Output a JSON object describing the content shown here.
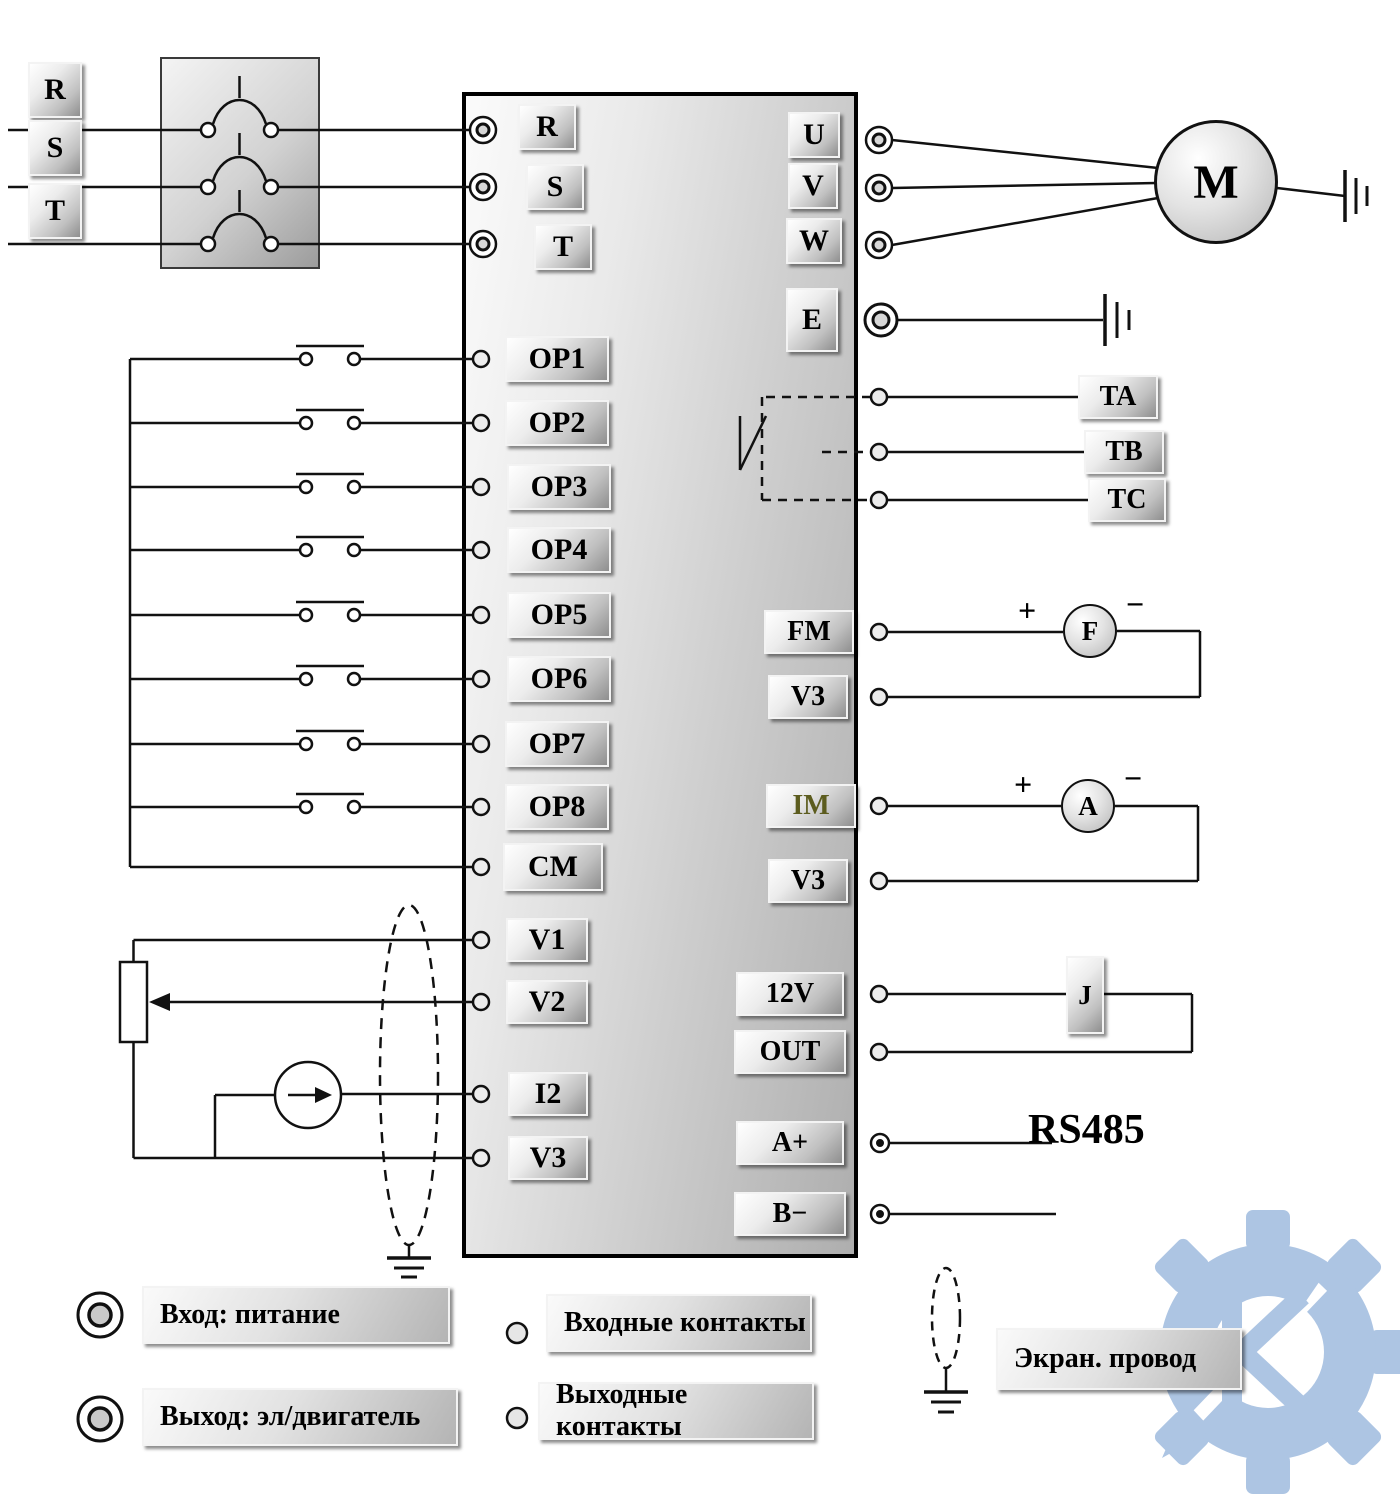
{
  "colors": {
    "wire": "#111111",
    "im_text": "#5c5c1e",
    "logo_blue": "#a9c2e2"
  },
  "supply": {
    "phases": [
      "R",
      "S",
      "T"
    ]
  },
  "inverter": {
    "power_in": [
      "R",
      "S",
      "T"
    ],
    "digital_inputs": [
      "OP1",
      "OP2",
      "OP3",
      "OP4",
      "OP5",
      "OP6",
      "OP7",
      "OP8"
    ],
    "common": "CM",
    "analog": {
      "v1": "V1",
      "v2": "V2",
      "i2": "I2",
      "v3": "V3"
    },
    "power_out": [
      "U",
      "V",
      "W",
      "E"
    ],
    "relay": [
      "TA",
      "TB",
      "TC"
    ],
    "fm": "FM",
    "fm_v3": "V3",
    "im": "IM",
    "im_v3": "V3",
    "v12": "12V",
    "out": "OUT",
    "a_plus": "A+",
    "b_minus": "B−"
  },
  "right": {
    "motor": "M",
    "freq_meter": "F",
    "amp_meter": "A",
    "plus": "+",
    "minus": "−",
    "relay_load": "J",
    "rs485": "RS485"
  },
  "legend": {
    "power_input": "Вход: питание",
    "motor_output": "Выход: эл/двигатель",
    "input_contacts": "Входные контакты",
    "output_contacts": "Выходные контакты",
    "shield_wire": "Экран. провод"
  }
}
